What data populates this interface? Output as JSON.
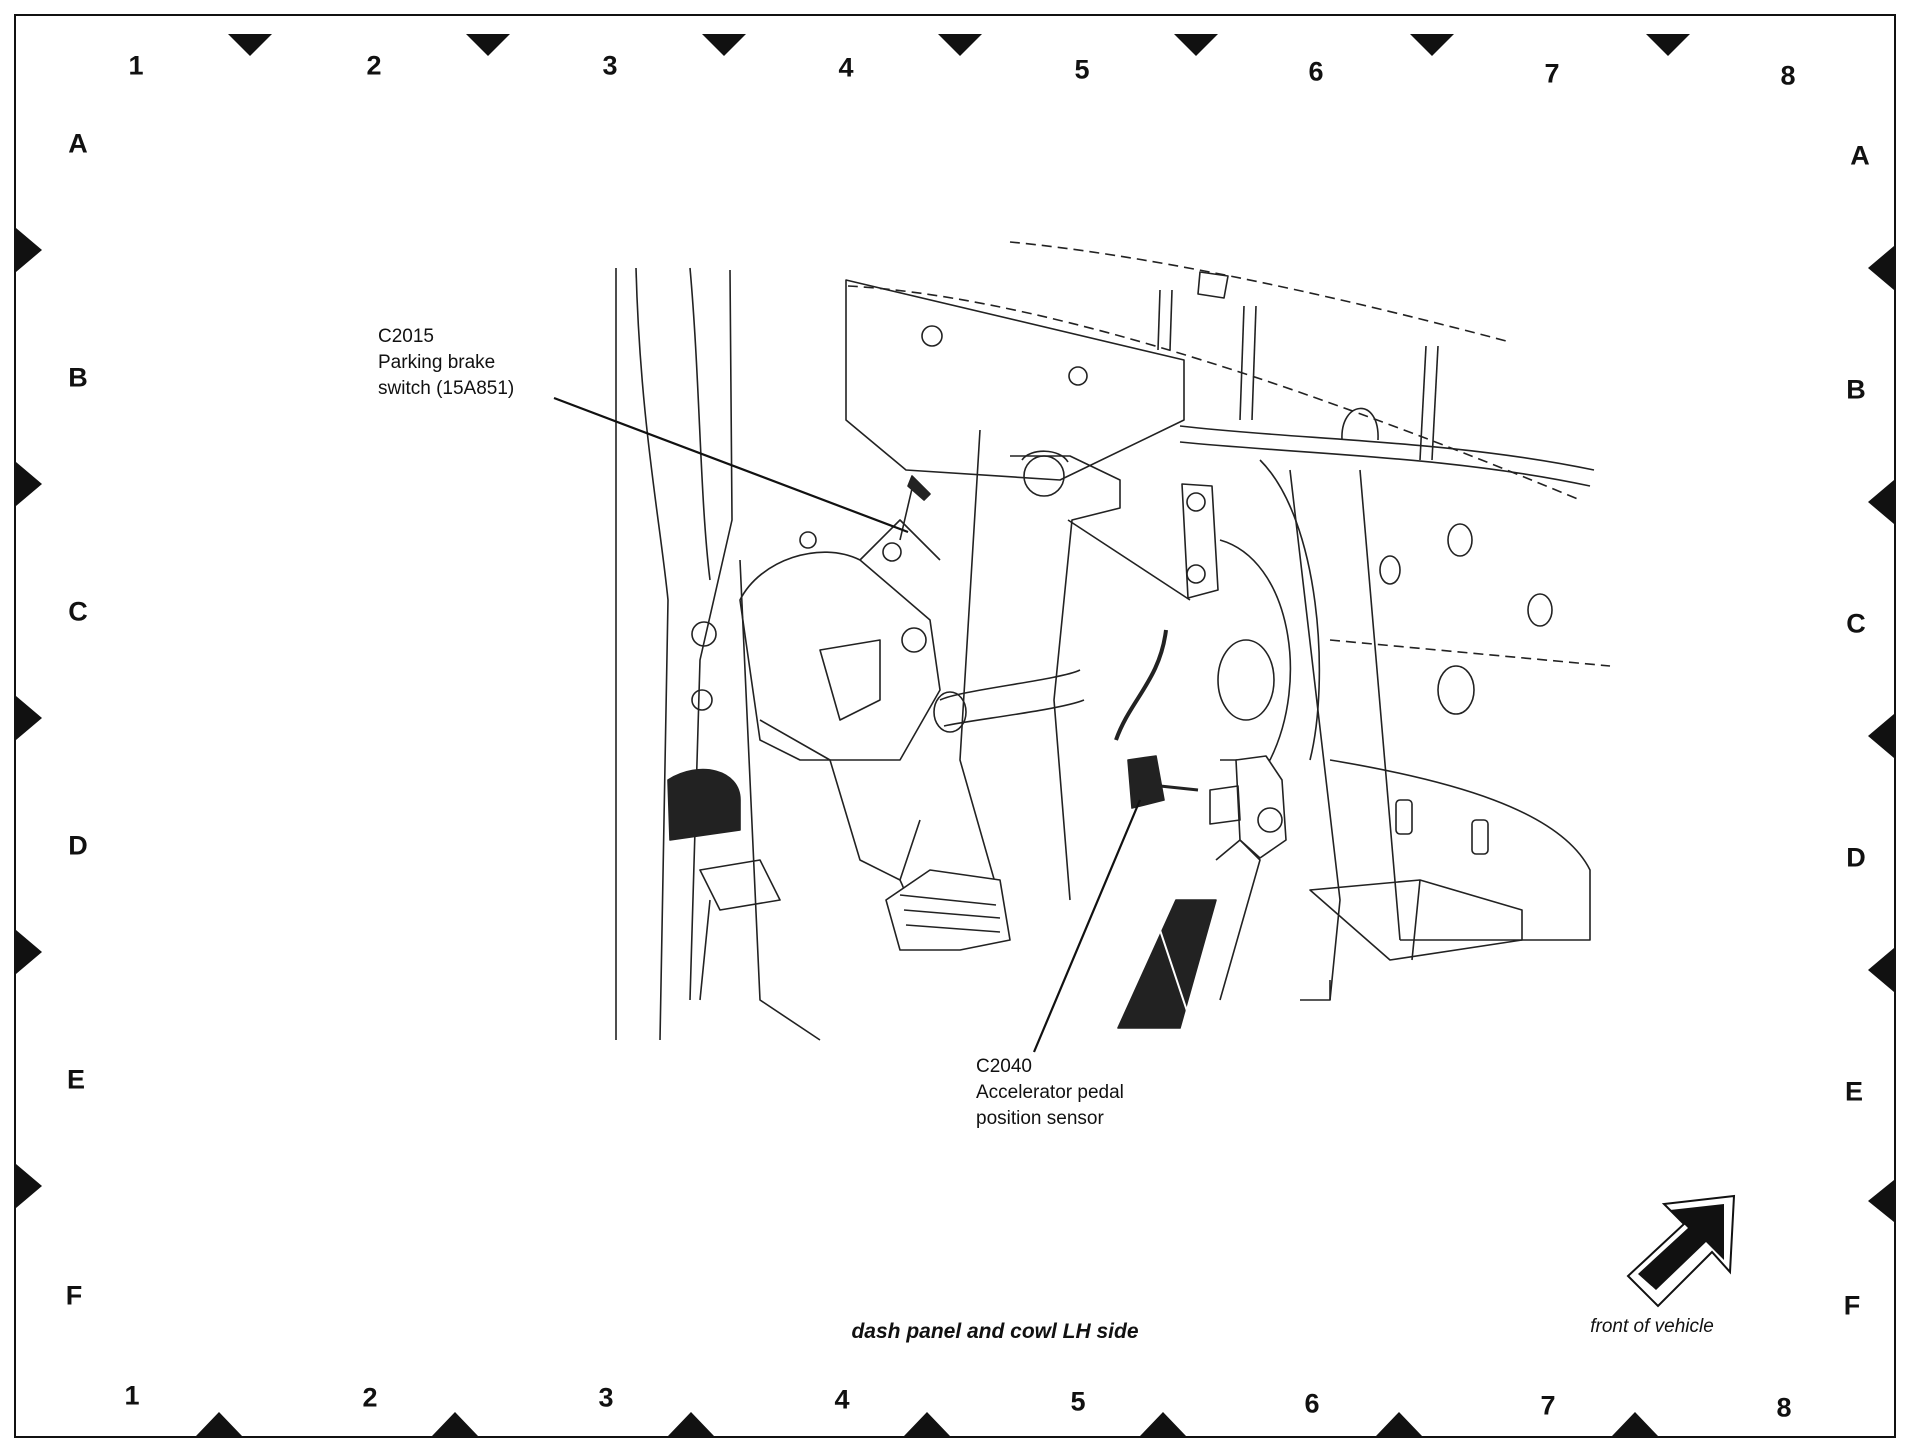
{
  "grid": {
    "columns": [
      "1",
      "2",
      "3",
      "4",
      "5",
      "6",
      "7",
      "8"
    ],
    "rows": [
      "A",
      "B",
      "C",
      "D",
      "E",
      "F"
    ]
  },
  "callouts": [
    {
      "code": "C2015",
      "lines": [
        "Parking brake",
        "switch (15A851)"
      ]
    },
    {
      "code": "C2040",
      "lines": [
        "Accelerator pedal",
        "position sensor"
      ]
    }
  ],
  "caption": "dash panel and cowl LH side",
  "orientation": {
    "label": "front of vehicle",
    "icon": "arrow-icon"
  }
}
